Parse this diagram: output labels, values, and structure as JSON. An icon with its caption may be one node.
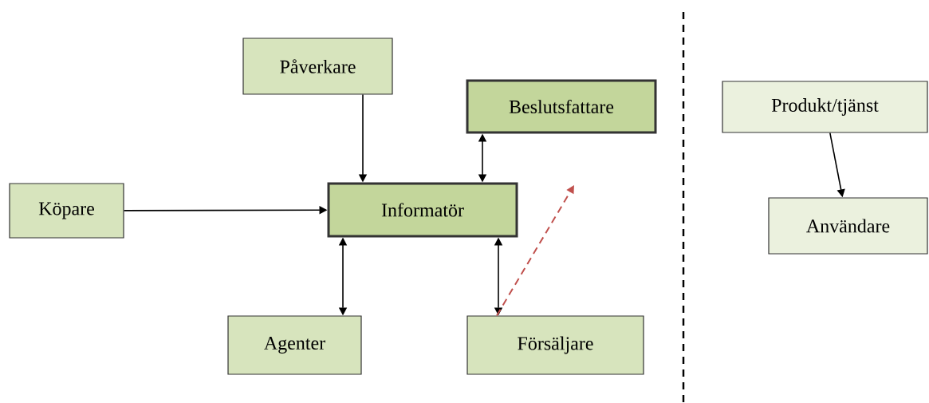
{
  "diagram": {
    "nodes": [
      {
        "text": [
          "Påverkare"
        ]
      },
      {
        "text": [
          "Beslutsfattare"
        ]
      },
      {
        "text": [
          "Köpare"
        ]
      },
      {
        "text": [
          "Informatör"
        ]
      },
      {
        "text": [
          "Agenter"
        ]
      },
      {
        "text": [
          "Försäljare"
        ]
      },
      {
        "text": [
          "Produkt/tjänst"
        ]
      },
      {
        "text": [
          "Användare"
        ]
      }
    ],
    "edges": [
      {
        "from": 0,
        "to": 3,
        "arrow": "to"
      },
      {
        "from": 3,
        "to": 1,
        "arrow": "both"
      },
      {
        "from": 2,
        "to": 3,
        "arrow": "to"
      },
      {
        "from": 3,
        "to": 4,
        "arrow": "both"
      },
      {
        "from": 3,
        "to": 5,
        "arrow": "both"
      },
      {
        "from": 5,
        "to": null,
        "arrow": "to",
        "style": "dashed",
        "color": "#c0504d"
      },
      {
        "from": 6,
        "to": 7,
        "arrow": "to"
      }
    ]
  }
}
